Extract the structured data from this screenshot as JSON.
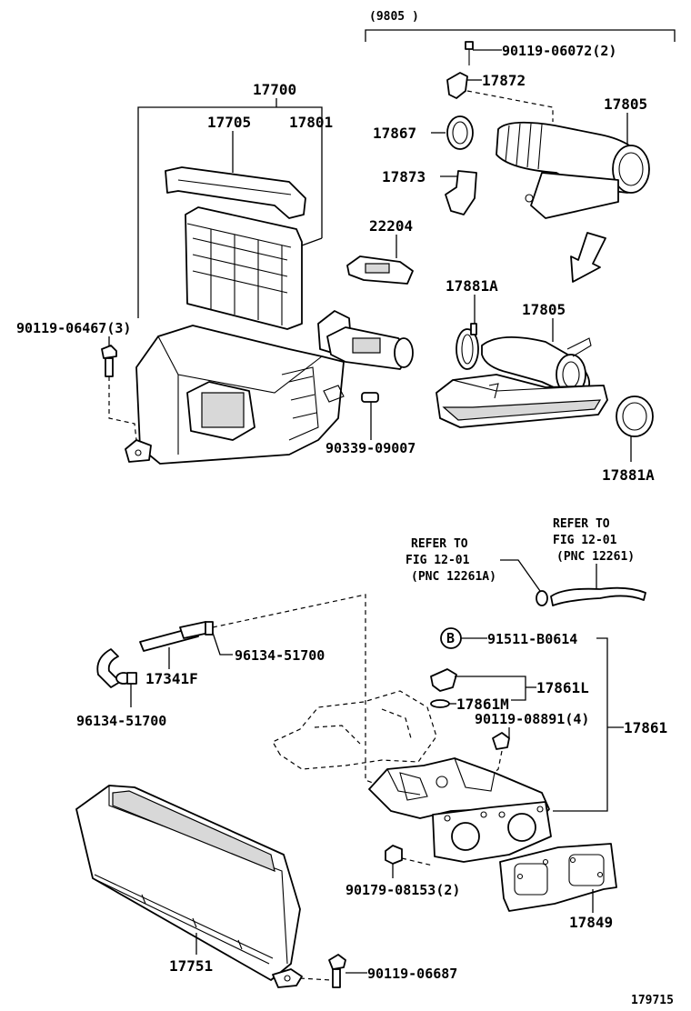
{
  "labels": {
    "date_range": "(9805     )",
    "p_90119_06072": "90119-06072(2)",
    "p_17872": "17872",
    "p_17805_top": "17805",
    "p_17867": "17867",
    "p_17873": "17873",
    "p_22204": "22204",
    "p_17700": "17700",
    "p_17705": "17705",
    "p_17801": "17801",
    "p_17881A_left": "17881A",
    "p_17805_mid": "17805",
    "p_90119_06467": "90119-06467(3)",
    "p_90339_09007": "90339-09007",
    "p_17881A_right": "17881A",
    "refer_1_line1": "REFER TO",
    "refer_1_line2": "FIG 12-01",
    "refer_1_line3": "(PNC 12261)",
    "refer_2_line1": "REFER TO",
    "refer_2_line2": "FIG 12-01",
    "refer_2_line3": "(PNC 12261A)",
    "badge_b": "B",
    "p_91511_B0614": "91511-B0614",
    "p_96134_51700_a": "96134-51700",
    "p_17341F": "17341F",
    "p_17861L": "17861L",
    "p_17861M": "17861M",
    "p_96134_51700_b": "96134-51700",
    "p_90119_08891": "90119-08891(4)",
    "p_17861": "17861",
    "p_90179_08153": "90179-08153(2)",
    "p_17849": "17849",
    "p_17751": "17751",
    "p_90119_06687": "90119-06687",
    "fig_id": "179715"
  }
}
